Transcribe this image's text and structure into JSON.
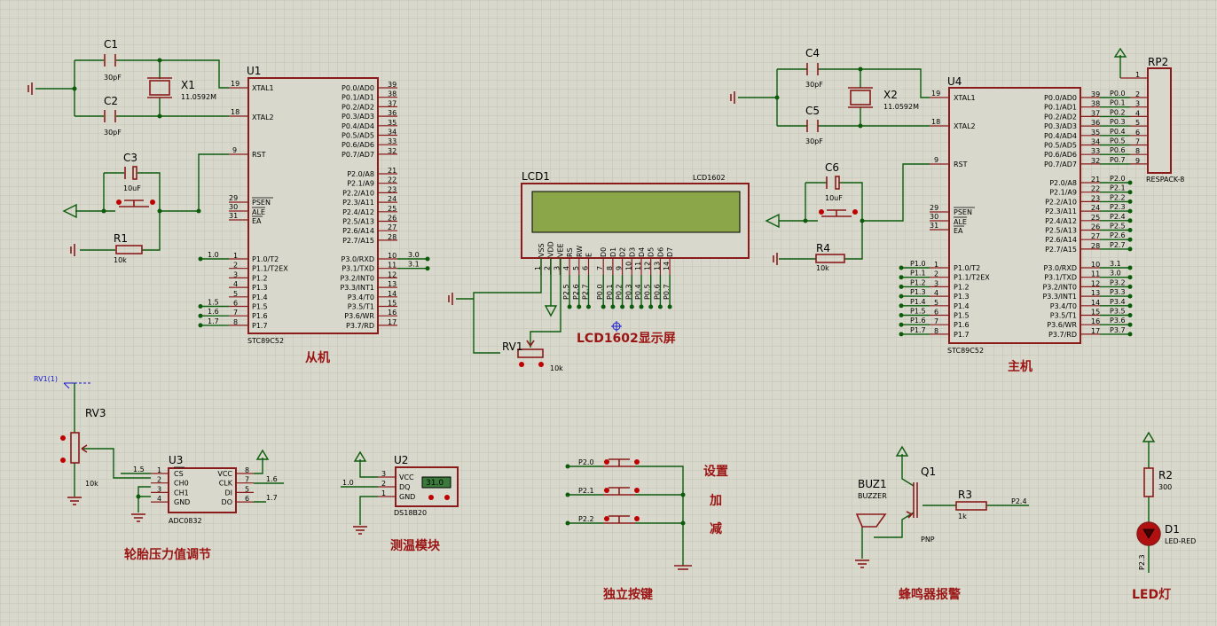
{
  "colors": {
    "background": "#d8d8cc",
    "grid": "#c2c2b4",
    "wire": "#0c5c0c",
    "component": "#8b1a1a",
    "title": "#9b1414",
    "lcd_screen": "#8aa648",
    "probe": "#1a1ad0"
  },
  "u1": {
    "ref": "U1",
    "type": "STC89C52",
    "xtal1": "XTAL1",
    "xtal2": "XTAL2",
    "rst": "RST",
    "psen": "PSEN",
    "ale": "ALE",
    "ea": "EA",
    "p0": [
      "P0.0/AD0",
      "P0.1/AD1",
      "P0.2/AD2",
      "P0.3/AD3",
      "P0.4/AD4",
      "P0.5/AD5",
      "P0.6/AD6",
      "P0.7/AD7"
    ],
    "p0n": [
      "39",
      "38",
      "37",
      "36",
      "35",
      "34",
      "33",
      "32"
    ],
    "p2": [
      "P2.0/A8",
      "P2.1/A9",
      "P2.2/A10",
      "P2.3/A11",
      "P2.4/A12",
      "P2.5/A13",
      "P2.6/A14",
      "P2.7/A15"
    ],
    "p2n": [
      "21",
      "22",
      "23",
      "24",
      "25",
      "26",
      "27",
      "28"
    ],
    "p3": [
      "P3.0/RXD",
      "P3.1/TXD",
      "P3.2/INT0",
      "P3.3/INT1",
      "P3.4/T0",
      "P3.5/T1",
      "P3.6/WR",
      "P3.7/RD"
    ],
    "p3n": [
      "10",
      "11",
      "12",
      "13",
      "14",
      "15",
      "16",
      "17"
    ],
    "p1": [
      "P1.0/T2",
      "P1.1/T2EX",
      "P1.2",
      "P1.3",
      "P1.4",
      "P1.5",
      "P1.6",
      "P1.7"
    ],
    "p1n": [
      "1",
      "2",
      "3",
      "4",
      "5",
      "6",
      "7",
      "8"
    ],
    "nets_p1": [
      "1.0",
      "",
      "",
      "",
      "",
      "1.5",
      "1.6",
      "1.7"
    ],
    "nets_p3": [
      "3.0",
      "3.1"
    ],
    "pin19": "19",
    "pin18": "18",
    "pin9": "9",
    "pin29": "29",
    "pin30": "30",
    "pin31": "31"
  },
  "u4": {
    "ref": "U4",
    "type": "STC89C52",
    "nets_p1": [
      "P1.0",
      "P1.1",
      "P1.2",
      "P1.3",
      "P1.4",
      "P1.5",
      "P1.6",
      "P1.7"
    ],
    "nets_p0": [
      "P0.0",
      "P0.1",
      "P0.2",
      "P0.3",
      "P0.4",
      "P0.5",
      "P0.6",
      "P0.7"
    ],
    "nets_p2": [
      "P2.0",
      "P2.1",
      "P2.2",
      "P2.3",
      "P2.4",
      "P2.5",
      "P2.6",
      "P2.7"
    ],
    "nets_p3": [
      "3.1",
      "3.0",
      "P3.2",
      "P3.3",
      "P3.4",
      "P3.5",
      "P3.6",
      "P3.7"
    ],
    "rp_pins": [
      "1",
      "2",
      "3",
      "4",
      "5",
      "6",
      "7",
      "8",
      "9"
    ]
  },
  "c1": {
    "ref": "C1",
    "value": "30pF"
  },
  "c2": {
    "ref": "C2",
    "value": "30pF"
  },
  "c3": {
    "ref": "C3",
    "value": "10uF"
  },
  "x1": {
    "ref": "X1",
    "value": "11.0592M"
  },
  "r1": {
    "ref": "R1",
    "value": "10k"
  },
  "c4": {
    "ref": "C4",
    "value": "30pF"
  },
  "c5": {
    "ref": "C5",
    "value": "30pF"
  },
  "c6": {
    "ref": "C6",
    "value": "10uF"
  },
  "x2": {
    "ref": "X2",
    "value": "11.0592M"
  },
  "r4": {
    "ref": "R4",
    "value": "10k"
  },
  "rp2": {
    "ref": "RP2",
    "type": "RESPACK-8"
  },
  "lcd": {
    "ref": "LCD1",
    "type": "LCD1602",
    "pins": [
      "VSS",
      "VDD",
      "VEE",
      "RS",
      "RW",
      "E",
      "D0",
      "D1",
      "D2",
      "D3",
      "D4",
      "D5",
      "D6",
      "D7"
    ],
    "pinnums": [
      "1",
      "2",
      "3",
      "4",
      "5",
      "6",
      "7",
      "8",
      "9",
      "10",
      "11",
      "12",
      "13",
      "14"
    ],
    "nets": [
      "",
      "",
      "",
      "P2.5",
      "P2.6",
      "P2.7",
      "P0.0",
      "P0.1",
      "P0.2",
      "P0.3",
      "P0.4",
      "P0.5",
      "P0.6",
      "P0.7"
    ]
  },
  "rv1": {
    "ref": "RV1",
    "value": "10k"
  },
  "rv3": {
    "ref": "RV3",
    "value": "10k",
    "probe": "RV1(1)"
  },
  "u3": {
    "ref": "U3",
    "type": "ADC0832",
    "left": [
      "CS",
      "CH0",
      "CH1",
      "GND"
    ],
    "right": [
      "VCC",
      "CLK",
      "DI",
      "DO"
    ],
    "ln": [
      "1",
      "2",
      "3",
      "4"
    ],
    "rn": [
      "8",
      "7",
      "5",
      "6"
    ],
    "net_cs": "1.5",
    "net_clk": "1.6",
    "net_do": "1.7"
  },
  "u2": {
    "ref": "U2",
    "type": "DS18B20",
    "pins": [
      "VCC",
      "DQ",
      "GND"
    ],
    "pn": [
      "3",
      "2",
      "1"
    ],
    "net": "1.0",
    "display": "31.0"
  },
  "keys": {
    "nets": [
      "P2.0",
      "P2.1",
      "P2.2"
    ]
  },
  "buz": {
    "ref": "BUZ1",
    "type": "BUZZER",
    "q": "Q1",
    "qtype": "PNP",
    "r": "R3",
    "rval": "1k",
    "net": "P2.4"
  },
  "led": {
    "r": "R2",
    "rval": "300",
    "d": "D1",
    "dtype": "LED-RED",
    "net": "P2.3"
  },
  "labels": {
    "slave": "从机",
    "master": "主机",
    "lcd": "LCD1602显示屏",
    "tire": "轮胎压力值调节",
    "temp": "测温模块",
    "keys": "独立按键",
    "buzzer": "蜂鸣器报警",
    "led": "LED灯",
    "set": "设置",
    "add": "加",
    "sub": "减"
  }
}
